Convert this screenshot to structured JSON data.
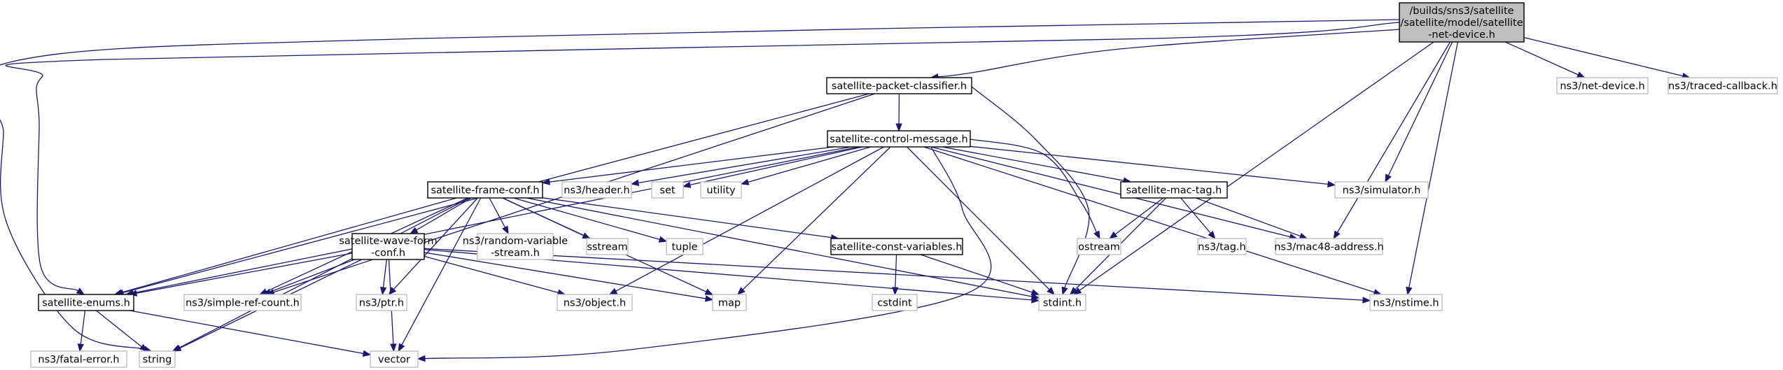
{
  "colors": {
    "edge": "#191970",
    "root_fill": "#bfbfbf",
    "internal_border": "#000000",
    "external_border": "#bfbfbf",
    "text": "#000000",
    "background": "#ffffff"
  },
  "nodes": {
    "root": {
      "lines": [
        "/builds/sns3/satellite",
        "/satellite/model/satellite",
        "-net-device.h"
      ],
      "kind": "root"
    },
    "net_device": {
      "lines": [
        "ns3/net-device.h"
      ],
      "kind": "external"
    },
    "traced_callback": {
      "lines": [
        "ns3/traced-callback.h"
      ],
      "kind": "external"
    },
    "packet_classifier": {
      "lines": [
        "satellite-packet-classifier.h"
      ],
      "kind": "internal"
    },
    "control_message": {
      "lines": [
        "satellite-control-message.h"
      ],
      "kind": "internal"
    },
    "frame_conf": {
      "lines": [
        "satellite-frame-conf.h"
      ],
      "kind": "internal"
    },
    "header": {
      "lines": [
        "ns3/header.h"
      ],
      "kind": "external"
    },
    "set": {
      "lines": [
        "set"
      ],
      "kind": "external"
    },
    "utility": {
      "lines": [
        "utility"
      ],
      "kind": "external"
    },
    "mac_tag": {
      "lines": [
        "satellite-mac-tag.h"
      ],
      "kind": "internal"
    },
    "simulator": {
      "lines": [
        "ns3/simulator.h"
      ],
      "kind": "external"
    },
    "wave_form_conf": {
      "lines": [
        "satellite-wave-form",
        "-conf.h"
      ],
      "kind": "internal"
    },
    "random_variable_stream": {
      "lines": [
        "ns3/random-variable",
        "-stream.h"
      ],
      "kind": "external"
    },
    "sstream": {
      "lines": [
        "sstream"
      ],
      "kind": "external"
    },
    "tuple": {
      "lines": [
        "tuple"
      ],
      "kind": "external"
    },
    "const_variables": {
      "lines": [
        "satellite-const-variables.h"
      ],
      "kind": "internal"
    },
    "ostream": {
      "lines": [
        "ostream"
      ],
      "kind": "external"
    },
    "tag": {
      "lines": [
        "ns3/tag.h"
      ],
      "kind": "external"
    },
    "mac48_address": {
      "lines": [
        "ns3/mac48-address.h"
      ],
      "kind": "external"
    },
    "enums": {
      "lines": [
        "satellite-enums.h"
      ],
      "kind": "internal"
    },
    "simple_ref_count": {
      "lines": [
        "ns3/simple-ref-count.h"
      ],
      "kind": "external"
    },
    "ptr": {
      "lines": [
        "ns3/ptr.h"
      ],
      "kind": "external"
    },
    "object": {
      "lines": [
        "ns3/object.h"
      ],
      "kind": "external"
    },
    "map": {
      "lines": [
        "map"
      ],
      "kind": "external"
    },
    "cstdint": {
      "lines": [
        "cstdint"
      ],
      "kind": "external"
    },
    "stdint": {
      "lines": [
        "stdint.h"
      ],
      "kind": "external"
    },
    "nstime": {
      "lines": [
        "ns3/nstime.h"
      ],
      "kind": "external"
    },
    "fatal_error": {
      "lines": [
        "ns3/fatal-error.h"
      ],
      "kind": "external"
    },
    "string": {
      "lines": [
        "string"
      ],
      "kind": "external"
    },
    "vector": {
      "lines": [
        "vector"
      ],
      "kind": "external"
    }
  },
  "edges": [
    [
      "root",
      "packet_classifier"
    ],
    [
      "root",
      "net_device"
    ],
    [
      "root",
      "traced_callback"
    ],
    [
      "root",
      "enums"
    ],
    [
      "root",
      "string"
    ],
    [
      "root",
      "simulator"
    ],
    [
      "root",
      "mac48_address"
    ],
    [
      "root",
      "stdint"
    ],
    [
      "root",
      "nstime"
    ],
    [
      "packet_classifier",
      "control_message"
    ],
    [
      "packet_classifier",
      "enums"
    ],
    [
      "packet_classifier",
      "simple_ref_count"
    ],
    [
      "packet_classifier",
      "stdint"
    ],
    [
      "control_message",
      "frame_conf"
    ],
    [
      "control_message",
      "header"
    ],
    [
      "control_message",
      "set"
    ],
    [
      "control_message",
      "utility"
    ],
    [
      "control_message",
      "mac_tag"
    ],
    [
      "control_message",
      "simulator"
    ],
    [
      "control_message",
      "enums"
    ],
    [
      "control_message",
      "object"
    ],
    [
      "control_message",
      "map"
    ],
    [
      "control_message",
      "vector"
    ],
    [
      "control_message",
      "ostream"
    ],
    [
      "control_message",
      "stdint"
    ],
    [
      "control_message",
      "mac48_address"
    ],
    [
      "control_message",
      "nstime"
    ],
    [
      "frame_conf",
      "wave_form_conf"
    ],
    [
      "frame_conf",
      "random_variable_stream"
    ],
    [
      "frame_conf",
      "sstream"
    ],
    [
      "frame_conf",
      "tuple"
    ],
    [
      "frame_conf",
      "const_variables"
    ],
    [
      "frame_conf",
      "enums"
    ],
    [
      "frame_conf",
      "simple_ref_count"
    ],
    [
      "frame_conf",
      "ptr"
    ],
    [
      "frame_conf",
      "map"
    ],
    [
      "frame_conf",
      "stdint"
    ],
    [
      "frame_conf",
      "string"
    ],
    [
      "frame_conf",
      "vector"
    ],
    [
      "mac_tag",
      "ostream"
    ],
    [
      "mac_tag",
      "tag"
    ],
    [
      "mac_tag",
      "mac48_address"
    ],
    [
      "mac_tag",
      "stdint"
    ],
    [
      "wave_form_conf",
      "enums"
    ],
    [
      "wave_form_conf",
      "simple_ref_count"
    ],
    [
      "wave_form_conf",
      "ptr"
    ],
    [
      "wave_form_conf",
      "object"
    ],
    [
      "wave_form_conf",
      "map"
    ],
    [
      "wave_form_conf",
      "stdint"
    ],
    [
      "wave_form_conf",
      "nstime"
    ],
    [
      "wave_form_conf",
      "string"
    ],
    [
      "wave_form_conf",
      "vector"
    ],
    [
      "const_variables",
      "cstdint"
    ],
    [
      "const_variables",
      "stdint"
    ],
    [
      "enums",
      "fatal_error"
    ],
    [
      "enums",
      "string"
    ],
    [
      "enums",
      "vector"
    ]
  ]
}
